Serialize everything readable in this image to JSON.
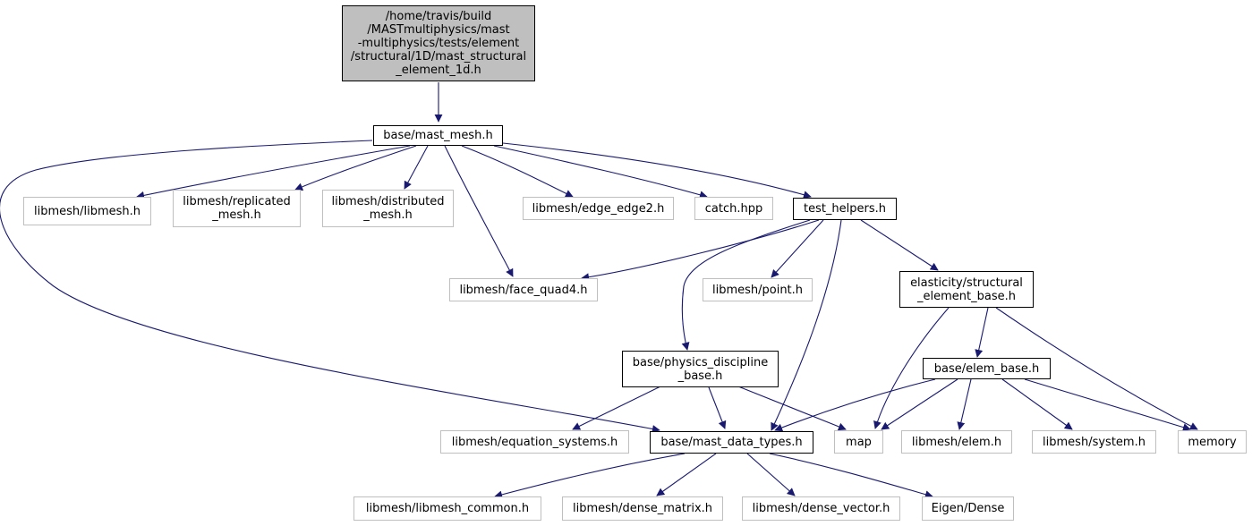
{
  "colors": {
    "edge": "#191970",
    "root_fill": "#bfbfbf",
    "doc_border": "#000000",
    "ext_border": "#bfbfbf"
  },
  "nodes": {
    "root": "/home/travis/build\n/MASTmultiphysics/mast\n-multiphysics/tests/element\n/structural/1D/mast_structural\n_element_1d.h",
    "mast_mesh": "base/mast_mesh.h",
    "libmesh_libmesh": "libmesh/libmesh.h",
    "replicated_mesh": "libmesh/replicated\n_mesh.h",
    "distributed_mesh": "libmesh/distributed\n_mesh.h",
    "edge_edge2": "libmesh/edge_edge2.h",
    "catch": "catch.hpp",
    "test_helpers": "test_helpers.h",
    "face_quad4": "libmesh/face_quad4.h",
    "point": "libmesh/point.h",
    "structural_element_base": "elasticity/structural\n_element_base.h",
    "physics_discipline_base": "base/physics_discipline\n_base.h",
    "elem_base": "base/elem_base.h",
    "equation_systems": "libmesh/equation_systems.h",
    "mast_data_types": "base/mast_data_types.h",
    "map": "map",
    "elem": "libmesh/elem.h",
    "system": "libmesh/system.h",
    "memory": "memory",
    "libmesh_common": "libmesh/libmesh_common.h",
    "dense_matrix": "libmesh/dense_matrix.h",
    "dense_vector": "libmesh/dense_vector.h",
    "eigen_dense": "Eigen/Dense"
  }
}
